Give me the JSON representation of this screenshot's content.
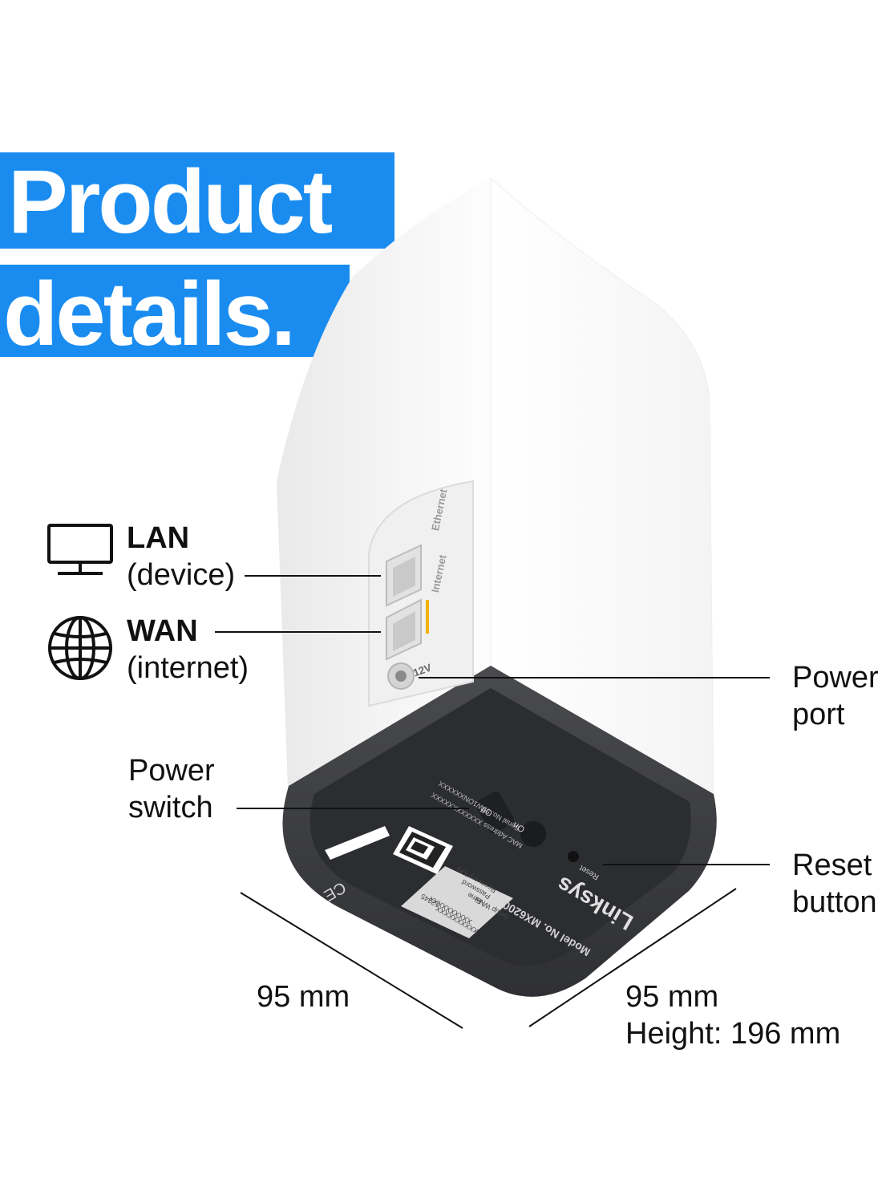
{
  "title": {
    "line1": "Product",
    "line2": "details."
  },
  "callouts": {
    "lan": {
      "name": "LAN",
      "sub": "(device)"
    },
    "wan": {
      "name": "WAN",
      "sub": "(internet)"
    },
    "power_port": {
      "line1": "Power",
      "line2": "port"
    },
    "power_switch": {
      "line1": "Power",
      "line2": "switch"
    },
    "reset_button": {
      "line1": "Reset",
      "line2": "button"
    }
  },
  "dimensions": {
    "depth": "95 mm",
    "width": "95 mm",
    "height": "Height: 196 mm"
  },
  "device": {
    "brand": "Linksys",
    "model": "Model No. MX6200",
    "port_labels": {
      "ethernet": "Ethernet",
      "internet": "Internet",
      "power": "12V"
    },
    "switch_labels": {
      "off": "Off",
      "on": "On"
    },
    "reset_label": "Reset",
    "label_fields": [
      "Setup Wi-Fi",
      "Name",
      "Password",
      "Recovery Key"
    ],
    "label_values": [
      "XXXXXXXXXX",
      "XXXXXXXXXX",
      "12345"
    ],
    "mac_text": "MAC Address  XXXXXXXXXXXX",
    "serial_text": "Serial No. 59W1ONXXXXXX"
  },
  "colors": {
    "accent": "#1a8cf0",
    "device_body": "#f3f3f3",
    "device_base": "#3c3d40",
    "internet_port_marker": "#f2b200"
  },
  "icons": {
    "lan": "monitor-icon",
    "wan": "globe-icon"
  }
}
